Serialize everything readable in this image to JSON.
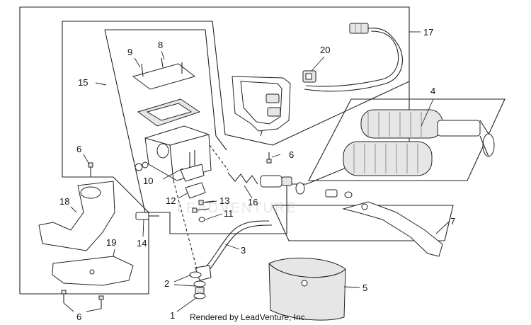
{
  "watermark": "LEADVENTURE",
  "credit": "Rendered by LeadVenture, Inc.",
  "callouts": [
    "1",
    "2",
    "3",
    "4",
    "5",
    "6",
    "6",
    "6",
    "7",
    "8",
    "9",
    "10",
    "11",
    "12",
    "13",
    "14",
    "15",
    "16",
    "17",
    "18",
    "19",
    "20"
  ]
}
